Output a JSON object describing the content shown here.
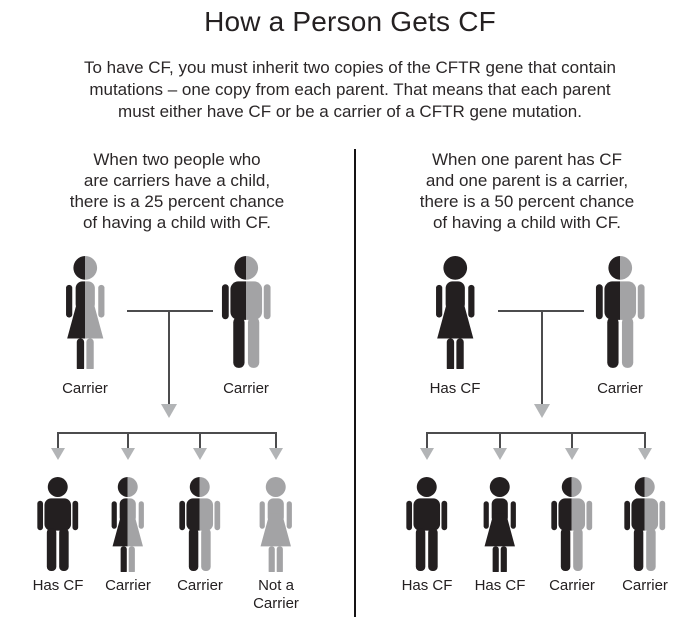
{
  "title": "How a Person Gets CF",
  "intro_lines": [
    "To have CF, you must inherit two copies of the CFTR gene that contain",
    "mutations – one copy from each parent. That means that each parent",
    "must either have CF or be a carrier of a CFTR gene mutation."
  ],
  "legend_colors": {
    "has_cf_figure": "#231f20",
    "carrier_figure_left_half": "#231f20",
    "carrier_figure_right_half": "#a3a3a5",
    "not_carrier_figure": "#a3a3a5",
    "connector_line": "#4c4c4e",
    "arrowhead": "#b2b4b6",
    "divider": "#151314"
  },
  "panels": [
    {
      "side": "left",
      "heading_lines": [
        "When two people who",
        "are carriers have a child,",
        "there is a 25 percent chance",
        "of having a child with CF."
      ],
      "parents": [
        {
          "label": "Carrier",
          "sex": "female",
          "status": "carrier"
        },
        {
          "label": "Carrier",
          "sex": "male",
          "status": "carrier"
        }
      ],
      "children": [
        {
          "label": "Has CF",
          "sex": "male",
          "status": "has-cf"
        },
        {
          "label": "Carrier",
          "sex": "female",
          "status": "carrier"
        },
        {
          "label": "Carrier",
          "sex": "male",
          "status": "carrier"
        },
        {
          "label": "Not a Carrier",
          "sex": "female",
          "status": "not-a-carrier"
        }
      ]
    },
    {
      "side": "right",
      "heading_lines": [
        "When one parent has CF",
        "and one parent is a carrier,",
        "there is a 50 percent chance",
        "of having a child with CF."
      ],
      "parents": [
        {
          "label": "Has CF",
          "sex": "female",
          "status": "has-cf"
        },
        {
          "label": "Carrier",
          "sex": "male",
          "status": "carrier"
        }
      ],
      "children": [
        {
          "label": "Has CF",
          "sex": "male",
          "status": "has-cf"
        },
        {
          "label": "Has CF",
          "sex": "female",
          "status": "has-cf"
        },
        {
          "label": "Carrier",
          "sex": "male",
          "status": "carrier"
        },
        {
          "label": "Carrier",
          "sex": "male",
          "status": "carrier"
        }
      ]
    }
  ]
}
